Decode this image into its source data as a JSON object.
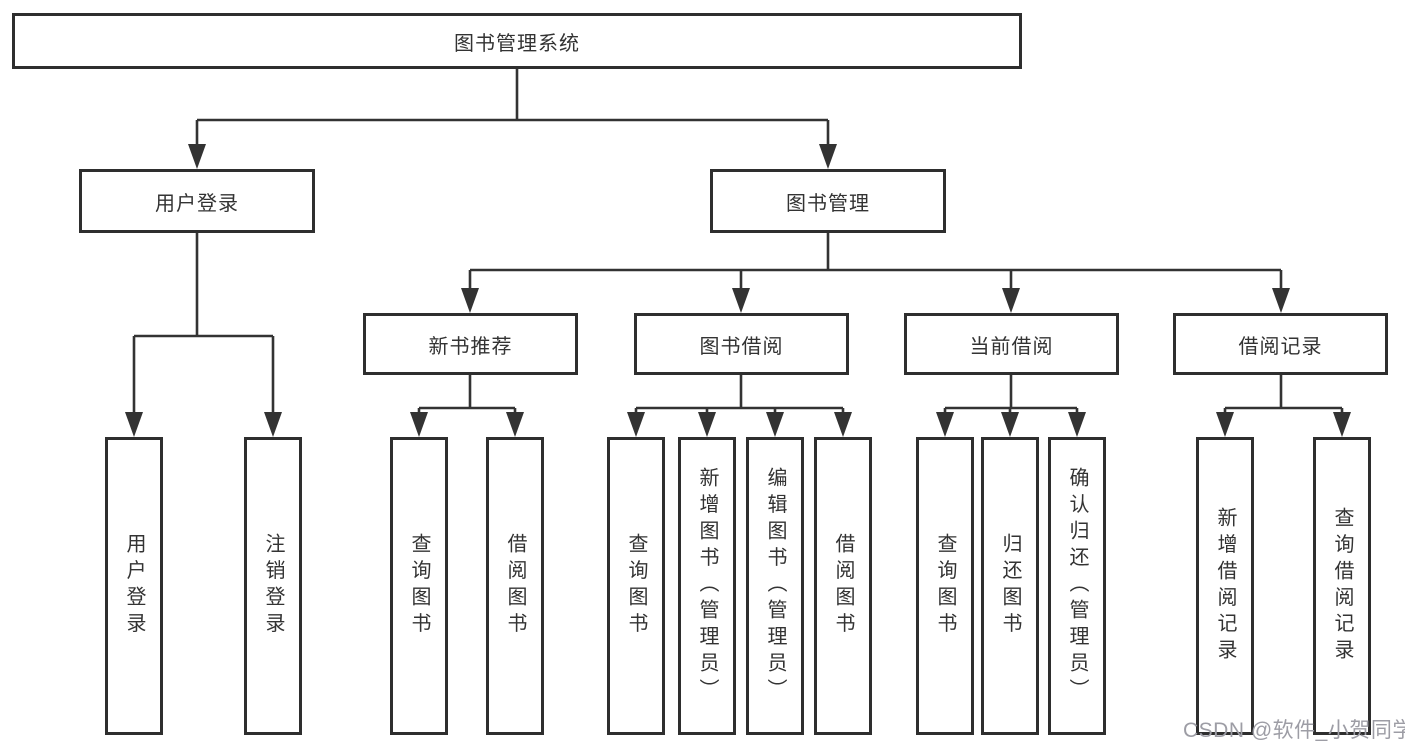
{
  "diagram": {
    "root": {
      "label": "图书管理系统"
    },
    "level2": [
      {
        "label": "用户登录"
      },
      {
        "label": "图书管理"
      }
    ],
    "level3": [
      {
        "label": "新书推荐"
      },
      {
        "label": "图书借阅"
      },
      {
        "label": "当前借阅"
      },
      {
        "label": "借阅记录"
      }
    ],
    "leaves": [
      {
        "label": "用户登录"
      },
      {
        "label": "注销登录"
      },
      {
        "label": "查询图书"
      },
      {
        "label": "借阅图书"
      },
      {
        "label": "查询图书"
      },
      {
        "label": "新增图书（管理员）"
      },
      {
        "label": "编辑图书（管理员）"
      },
      {
        "label": "借阅图书"
      },
      {
        "label": "查询图书"
      },
      {
        "label": "归还图书"
      },
      {
        "label": "确认归还（管理员）"
      },
      {
        "label": "新增借阅记录"
      },
      {
        "label": "查询借阅记录"
      }
    ]
  },
  "watermark": {
    "text": "CSDN @软件_小贺同学"
  },
  "colors": {
    "line": "#333333",
    "box_border": "#2e2e2e",
    "text": "#333333",
    "background": "#ffffff",
    "watermark": "#9d9da5"
  }
}
